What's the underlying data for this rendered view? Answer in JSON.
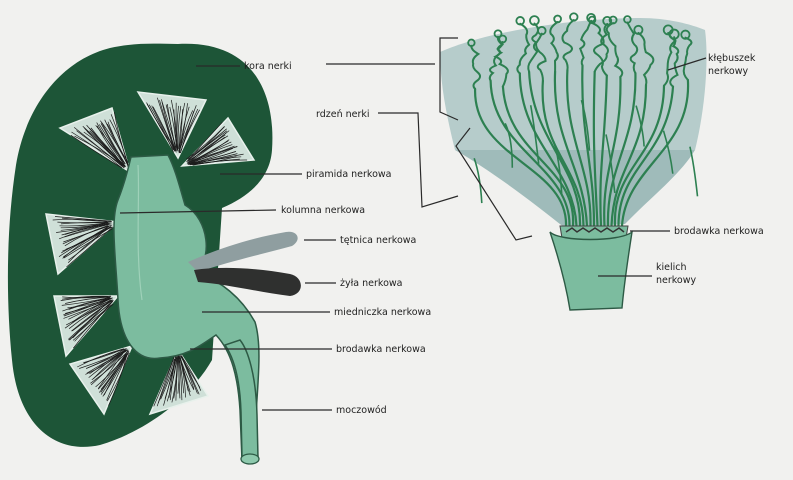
{
  "colors": {
    "cortex": "#1d5537",
    "medulla_green": "#2f7a4f",
    "pyramid": "#cfe0d8",
    "pelvis": "#7cbc9f",
    "pelvis_edge": "#2d5a45",
    "artery": "#8f9ea0",
    "vein": "#2f302f",
    "background": "#f1f1ef",
    "inset_upper": "#b6cccb",
    "inset_lower": "#9fbbba",
    "glomerulus": "#2d8051"
  },
  "labels": {
    "kora_nerki": "kora nerki",
    "rdzen_nerki": "rdzeń nerki",
    "piramida_nerkowa": "piramida nerkowa",
    "kolumna_nerkowa": "kolumna nerkowa",
    "tetnica_nerkowa": "tętnica nerkowa",
    "zyla_nerkowa": "żyła nerkowa",
    "miedniczka_nerkowa": "miedniczka nerkowa",
    "brodawka_nerkowa_kidney": "brodawka nerkowa",
    "moczowod": "moczowód",
    "klebuszek_line1": "kłębuszek",
    "klebuszek_line2": "nerkowy",
    "brodawka_nerkowa_inset": "brodawka nerkowa",
    "kielich_line1": "kielich",
    "kielich_line2": "nerkowy"
  }
}
